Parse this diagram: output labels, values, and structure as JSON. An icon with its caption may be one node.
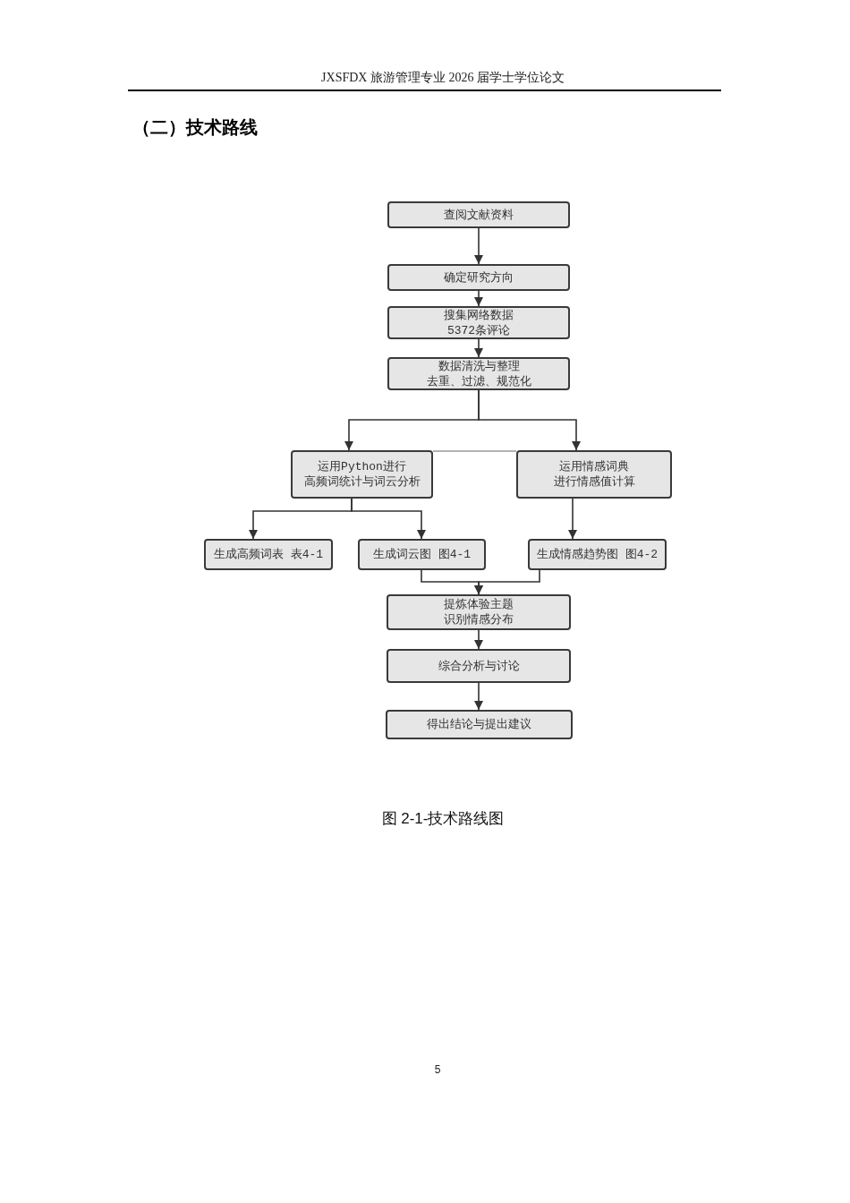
{
  "diagram": {
    "title": "（二）技术路线",
    "caption": "图 2-1-技术路线图",
    "nodes": [
      {
        "text": [
          "查阅文献资料"
        ]
      },
      {
        "text": [
          "确定研究方向"
        ]
      },
      {
        "text": [
          "搜集网络数据",
          "5372条评论"
        ]
      },
      {
        "text": [
          "数据清洗与整理",
          "去重、过滤、规范化"
        ]
      },
      {
        "text": [
          "运用Python进行",
          "高频词统计与词云分析"
        ]
      },
      {
        "text": [
          "运用情感词典",
          "进行情感值计算"
        ]
      },
      {
        "text": [
          "生成高频词表 表4-1"
        ]
      },
      {
        "text": [
          "生成词云图 图4-1"
        ]
      },
      {
        "text": [
          "生成情感趋势图 图4-2"
        ]
      },
      {
        "text": [
          "提炼体验主题",
          "识别情感分布"
        ]
      },
      {
        "text": [
          "综合分析与讨论"
        ]
      },
      {
        "text": [
          "得出结论与提出建议"
        ]
      }
    ],
    "edges": [
      {
        "from": 0,
        "to": 1,
        "arrow": "to"
      },
      {
        "from": 1,
        "to": 2,
        "arrow": "to"
      },
      {
        "from": 2,
        "to": 3,
        "arrow": "to"
      },
      {
        "from": 3,
        "to": 4,
        "arrow": "to"
      },
      {
        "from": 3,
        "to": 5,
        "arrow": "to"
      },
      {
        "from": 4,
        "to": 5,
        "arrow": "none",
        "color": "#666666"
      },
      {
        "from": 4,
        "to": 6,
        "arrow": "to"
      },
      {
        "from": 4,
        "to": 7,
        "arrow": "to"
      },
      {
        "from": 5,
        "to": 8,
        "arrow": "to"
      },
      {
        "from": 7,
        "to": 9,
        "arrow": "to"
      },
      {
        "from": 8,
        "to": 9,
        "arrow": "to"
      },
      {
        "from": 9,
        "to": 10,
        "arrow": "to"
      },
      {
        "from": 10,
        "to": 11,
        "arrow": "to"
      }
    ],
    "labels": [
      "JXSFDX 旅游管理专业 2026 届学士学位论文",
      "5"
    ]
  }
}
